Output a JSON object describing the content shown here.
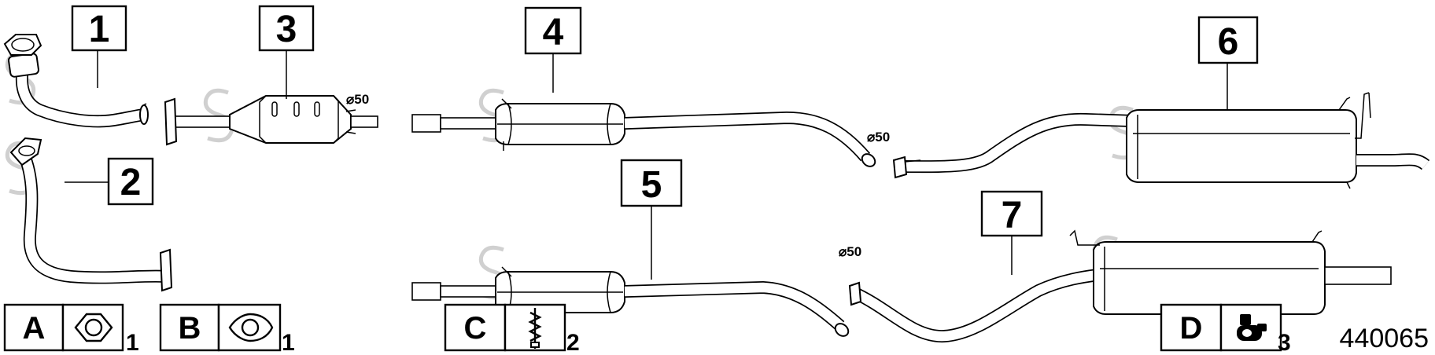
{
  "parts": [
    {
      "id": "1",
      "label": "1"
    },
    {
      "id": "2",
      "label": "2"
    },
    {
      "id": "3",
      "label": "3"
    },
    {
      "id": "4",
      "label": "4"
    },
    {
      "id": "5",
      "label": "5"
    },
    {
      "id": "6",
      "label": "6"
    },
    {
      "id": "7",
      "label": "7"
    }
  ],
  "diameter_labels": [
    "⌀50",
    "⌀50",
    "⌀50"
  ],
  "legend": [
    {
      "letter": "A",
      "qty": "1",
      "icon": "gasket-3-hole-icon"
    },
    {
      "letter": "B",
      "qty": "1",
      "icon": "gasket-2-hole-icon"
    },
    {
      "letter": "C",
      "qty": "2",
      "icon": "spring-bolt-icon"
    },
    {
      "letter": "D",
      "qty": "3",
      "icon": "rubber-hanger-icon"
    }
  ],
  "reference_number": "440065"
}
